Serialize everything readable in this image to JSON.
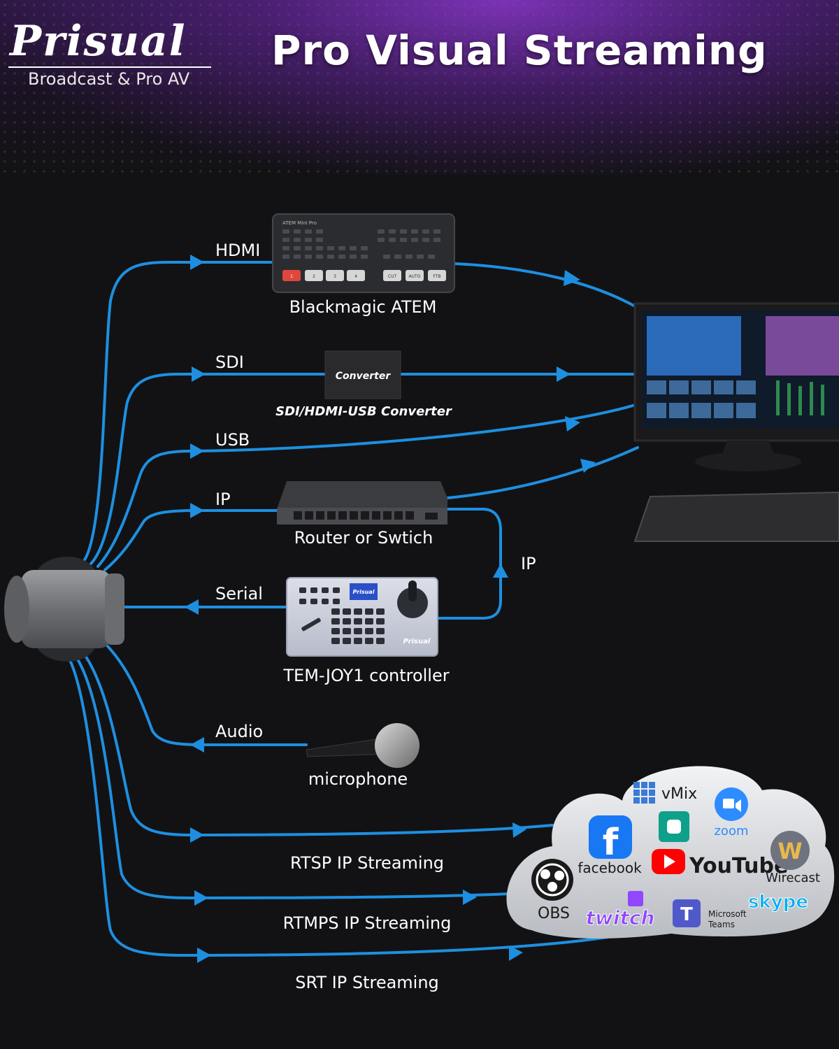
{
  "header": {
    "brand": "Prisual",
    "tagline": "Broadcast & Pro AV",
    "title": "Pro Visual Streaming"
  },
  "connections": {
    "hdmi": "HDMI",
    "sdi": "SDI",
    "usb": "USB",
    "ip": "IP",
    "ip_right": "IP",
    "serial": "Serial",
    "audio": "Audio",
    "rtsp": "RTSP IP Streaming",
    "rtmps": "RTMPS IP Streaming",
    "srt": "SRT IP Streaming"
  },
  "devices": {
    "atem_label": "Blackmagic ATEM",
    "atem_model": "ATEM Mini Pro",
    "converter_box": "Converter",
    "converter_label": "SDI/HDMI-USB Converter",
    "router_label": "Router or Swtich",
    "controller_label": "TEM-JOY1 controller",
    "controller_brand": "Prisual",
    "mic_label": "microphone"
  },
  "atem_buttons": [
    "1",
    "2",
    "3",
    "4",
    "CUT",
    "AUTO",
    "FTB"
  ],
  "platforms": {
    "vmix": "vMix",
    "zoom": "zoom",
    "facebook": "facebook",
    "youtube": "YouTube",
    "wirecast": "Wirecast",
    "obs": "OBS",
    "twitch": "twitch",
    "skype": "skype",
    "teams_line1": "Microsoft",
    "teams_line2": "Teams"
  },
  "colors": {
    "line": "#1e8fe0",
    "background": "#121214",
    "accent_purple": "#9b3fe0"
  }
}
